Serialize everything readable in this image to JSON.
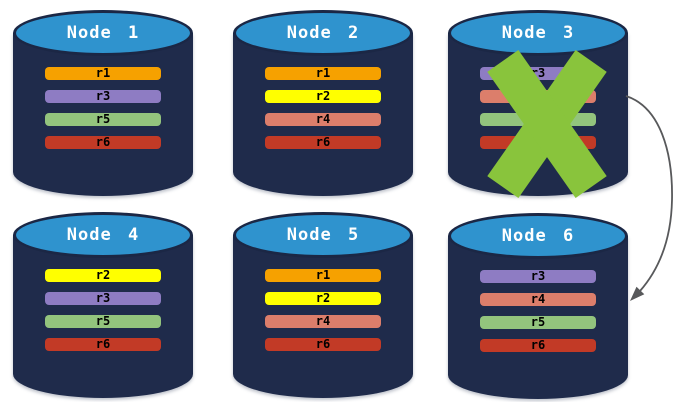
{
  "diagram": {
    "nodes": [
      {
        "label": "Node 1",
        "failed": false,
        "replicas": [
          {
            "label": "r1",
            "color": "#F6A100"
          },
          {
            "label": "r3",
            "color": "#8E7CC3"
          },
          {
            "label": "r5",
            "color": "#93C47D"
          },
          {
            "label": "r6",
            "color": "#C23A26"
          }
        ]
      },
      {
        "label": "Node 2",
        "failed": false,
        "replicas": [
          {
            "label": "r1",
            "color": "#F6A100"
          },
          {
            "label": "r2",
            "color": "#FFFF00"
          },
          {
            "label": "r4",
            "color": "#DC7E6B"
          },
          {
            "label": "r6",
            "color": "#C23A26"
          }
        ]
      },
      {
        "label": "Node 3",
        "failed": true,
        "replicas": [
          {
            "label": "r3",
            "color": "#8E7CC3"
          },
          {
            "label": "",
            "color": "#DC7E6B"
          },
          {
            "label": "",
            "color": "#93C47D"
          },
          {
            "label": "",
            "color": "#C23A26"
          }
        ]
      },
      {
        "label": "Node 4",
        "failed": false,
        "replicas": [
          {
            "label": "r2",
            "color": "#FFFF00"
          },
          {
            "label": "r3",
            "color": "#8E7CC3"
          },
          {
            "label": "r5",
            "color": "#93C47D"
          },
          {
            "label": "r6",
            "color": "#C23A26"
          }
        ]
      },
      {
        "label": "Node 5",
        "failed": false,
        "replicas": [
          {
            "label": "r1",
            "color": "#F6A100"
          },
          {
            "label": "r2",
            "color": "#FFFF00"
          },
          {
            "label": "r4",
            "color": "#DC7E6B"
          },
          {
            "label": "r6",
            "color": "#C23A26"
          }
        ]
      },
      {
        "label": "Node 6",
        "failed": false,
        "replicas": [
          {
            "label": "r3",
            "color": "#8E7CC3"
          },
          {
            "label": "r4",
            "color": "#DC7E6B"
          },
          {
            "label": "r5",
            "color": "#93C47D"
          },
          {
            "label": "r6",
            "color": "#C23A26"
          }
        ]
      }
    ],
    "failure_x_on": "Node 3",
    "arrow": {
      "from": "Node 3",
      "to": "Node 6"
    },
    "colors": {
      "cylinder_body": "#1F2B4B",
      "cylinder_lid": "#2F93CE",
      "lid_border": "#1B2745",
      "node_text": "#FFFFFF",
      "bar_text": "#000000",
      "failure_x": "#89C43C",
      "arrow": "#58595B"
    }
  }
}
